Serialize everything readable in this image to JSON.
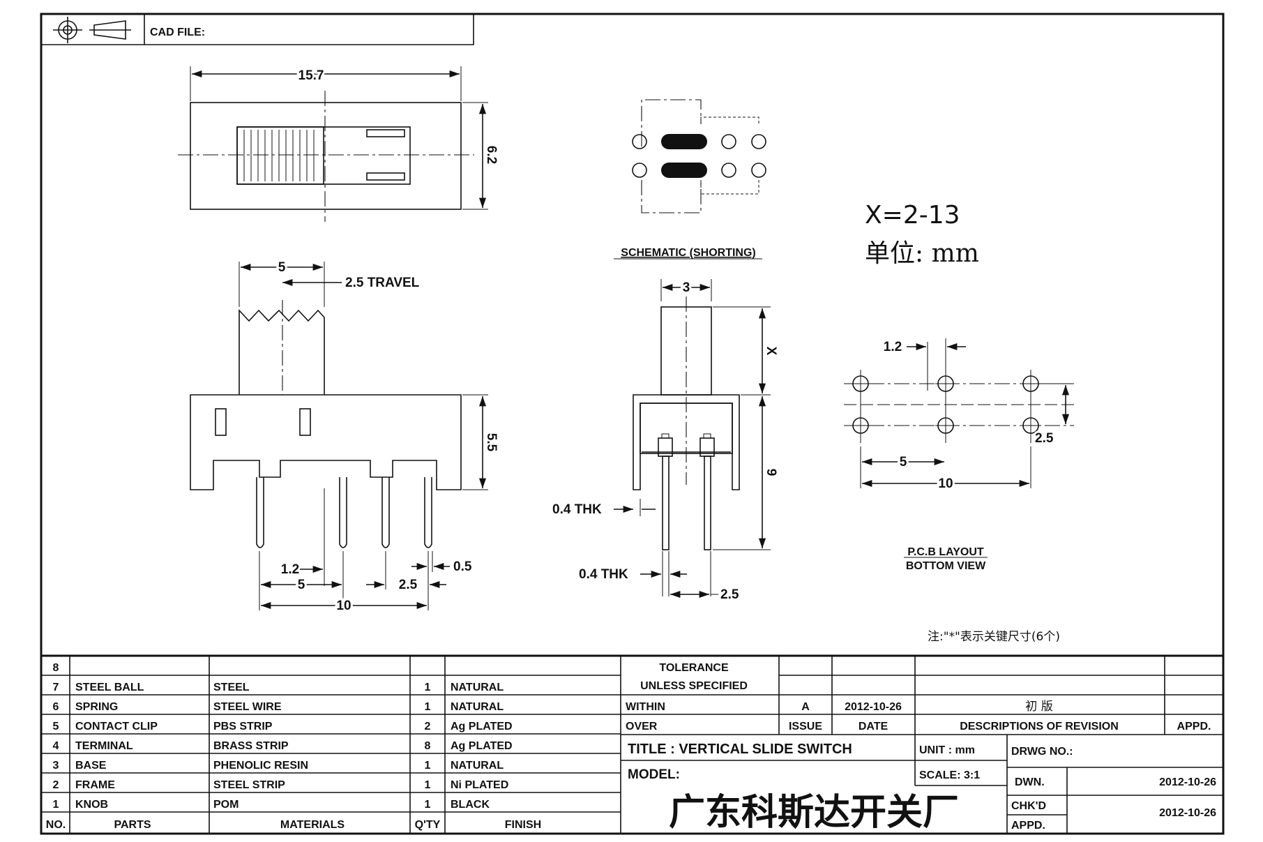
{
  "header": {
    "cad_file_label": "CAD FILE:"
  },
  "views": {
    "top": {
      "length": "15.7",
      "width": "6.2"
    },
    "front": {
      "knob_width": "5",
      "travel": "2.5 TRAVEL",
      "height": "5.5",
      "pin_dim_a": "1.2",
      "pin_dim_b": "5",
      "pin_dim_c": "2.5",
      "pin_dim_d": "0.5",
      "pin_dim_e": "10"
    },
    "schematic": {
      "caption": "SCHEMATIC (SHORTING)"
    },
    "side": {
      "knob_width": "3",
      "x_label": "X",
      "height": "9",
      "thk_1": "0.4 THK",
      "thk_2": "0.4 THK",
      "pitch": "2.5"
    },
    "pcb": {
      "dim_a": "1.2",
      "dim_b": "2.5",
      "dim_c": "5",
      "dim_d": "10",
      "caption_1": "P.C.B LAYOUT",
      "caption_2": "BOTTOM VIEW"
    },
    "notes": {
      "x_range": "X=2-13",
      "unit": "单位: mm",
      "key_note": "注:\"*\"表示关键尺寸(6个)"
    }
  },
  "bom": {
    "rows": [
      {
        "no": "8",
        "part": "",
        "material": "",
        "qty": "",
        "finish": ""
      },
      {
        "no": "7",
        "part": "STEEL BALL",
        "material": "STEEL",
        "qty": "1",
        "finish": "NATURAL"
      },
      {
        "no": "6",
        "part": "SPRING",
        "material": "STEEL WIRE",
        "qty": "1",
        "finish": "NATURAL"
      },
      {
        "no": "5",
        "part": "CONTACT CLIP",
        "material": "PBS STRIP",
        "qty": "2",
        "finish": "Ag PLATED"
      },
      {
        "no": "4",
        "part": "TERMINAL",
        "material": "BRASS STRIP",
        "qty": "8",
        "finish": "Ag PLATED"
      },
      {
        "no": "3",
        "part": "BASE",
        "material": "PHENOLIC RESIN",
        "qty": "1",
        "finish": "NATURAL"
      },
      {
        "no": "2",
        "part": "FRAME",
        "material": "STEEL STRIP",
        "qty": "1",
        "finish": "Ni PLATED"
      },
      {
        "no": "1",
        "part": "KNOB",
        "material": "POM",
        "qty": "1",
        "finish": "BLACK"
      }
    ],
    "headers": {
      "no": "NO.",
      "parts": "PARTS",
      "materials": "MATERIALS",
      "qty": "Q'TY",
      "finish": "FINISH"
    }
  },
  "title_block": {
    "tolerance_1": "TOLERANCE",
    "tolerance_2": "UNLESS   SPECIFIED",
    "within": "WITHIN",
    "over": "OVER",
    "rev_issue": "A",
    "rev_date": "2012-10-26",
    "rev_desc": "初  版",
    "issue_label": "ISSUE",
    "date_label": "DATE",
    "desc_label": "DESCRIPTIONS  OF  REVISION",
    "appd_label": "APPD.",
    "title": "TITLE :   VERTICAL  SLIDE  SWITCH",
    "unit": "UNIT :   mm",
    "drwg_no": "DRWG  NO.:",
    "model": "MODEL:",
    "scale": "SCALE:   3:1",
    "dwn_label": "DWN.",
    "dwn_date": "2012-10-26",
    "chkd_label": "CHK'D",
    "chkd_date": "2012-10-26",
    "appd2_label": "APPD.",
    "company": "广东科斯达开关厂"
  }
}
